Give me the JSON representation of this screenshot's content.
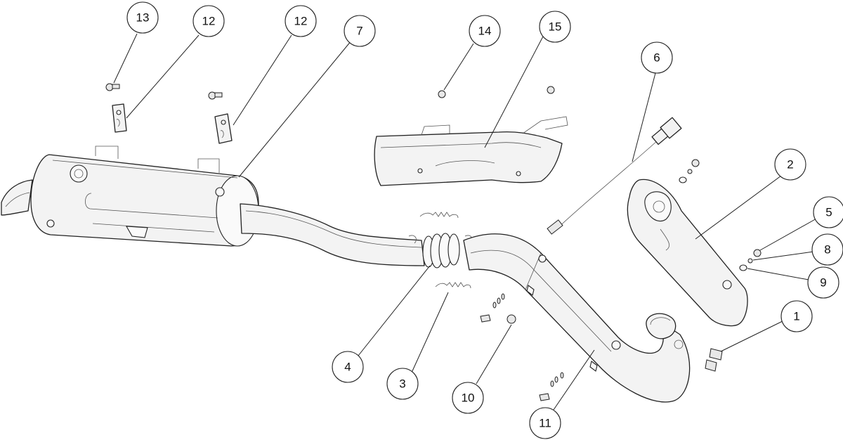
{
  "callouts": [
    {
      "id": "c13",
      "label": "13"
    },
    {
      "id": "c12a",
      "label": "12"
    },
    {
      "id": "c12b",
      "label": "12"
    },
    {
      "id": "c7",
      "label": "7"
    },
    {
      "id": "c14",
      "label": "14"
    },
    {
      "id": "c15",
      "label": "15"
    },
    {
      "id": "c6",
      "label": "6"
    },
    {
      "id": "c2",
      "label": "2"
    },
    {
      "id": "c5",
      "label": "5"
    },
    {
      "id": "c8",
      "label": "8"
    },
    {
      "id": "c9",
      "label": "9"
    },
    {
      "id": "c1",
      "label": "1"
    },
    {
      "id": "c4",
      "label": "4"
    },
    {
      "id": "c3",
      "label": "3"
    },
    {
      "id": "c10",
      "label": "10"
    },
    {
      "id": "c11",
      "label": "11"
    }
  ]
}
